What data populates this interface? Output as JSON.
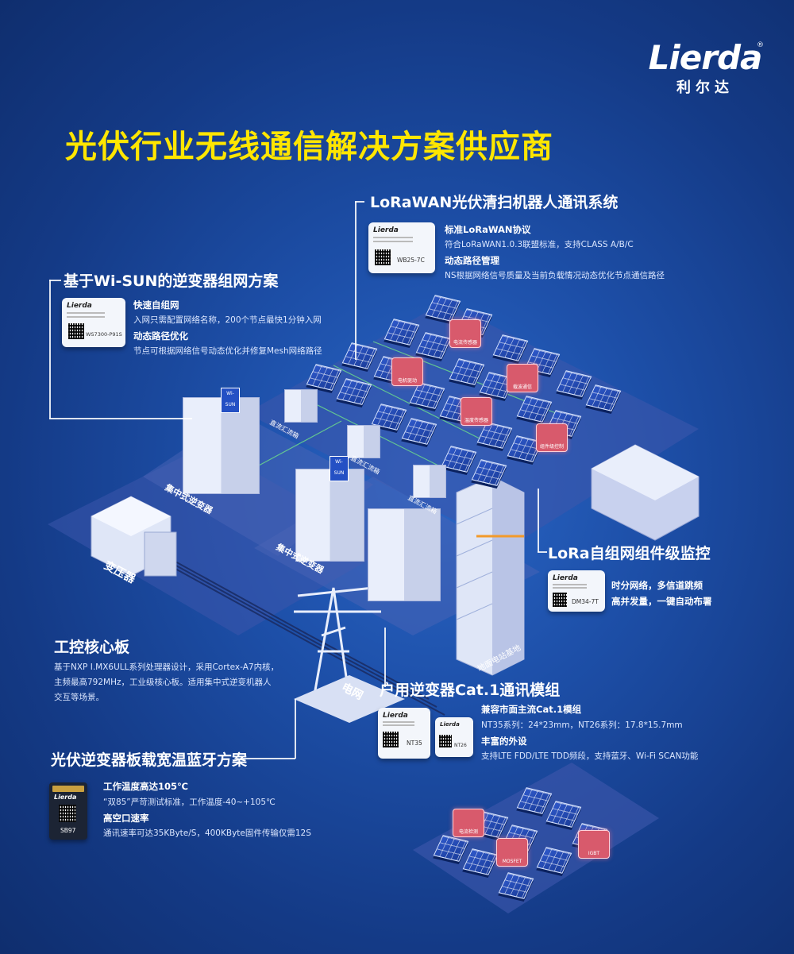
{
  "brand": {
    "logo_text": "Lierda",
    "logo_cn": "利尔达",
    "registered": "®"
  },
  "title": "光伏行业无线通信解决方案供应商",
  "sections": {
    "lorawan": {
      "title": "LoRaWAN光伏清扫机器人通讯系统",
      "module": "WB25-7C",
      "f1_h": "标准LoRaWAN协议",
      "f1_p": "符合LoRaWAN1.0.3联盟标准，支持CLASS A/B/C",
      "f2_h": "动态路径管理",
      "f2_p": "NS根据网络信号质量及当前负载情况动态优化节点通信路径"
    },
    "wisun": {
      "title": "基于Wi-SUN的逆变器组网方案",
      "module": "WS7300-P91S",
      "f1_h": "快速自组网",
      "f1_p": "入网只需配置网络名称，200个节点最快1分钟入网",
      "f2_h": "动态路径优化",
      "f2_p": "节点可根据网络信号动态优化并修复Mesh网络路径"
    },
    "lora": {
      "title": "LoRa自组网组件级监控",
      "module": "DM34-7T",
      "f1": "时分网络，多信道跳频",
      "f2": "高并发量，一键自动布署"
    },
    "core": {
      "title": "工控核心板",
      "p1": "基于NXP I.MX6ULL系列处理器设计，采用Cortex-A7内核，",
      "p2": "主频最高792MHz，工业级核心板。适用集中式逆变机器人",
      "p3": "交互等场景。"
    },
    "cat1": {
      "title": "户用逆变器Cat.1通讯模组",
      "module1": "NT35",
      "module2": "NT26",
      "f1_h": "兼容市面主流Cat.1模组",
      "f1_p": "NT35系列：24*23mm，NT26系列：17.8*15.7mm",
      "f2_h": "丰富的外设",
      "f2_p": "支持LTE FDD/LTE TDD频段，支持蓝牙、Wi-Fi SCAN功能"
    },
    "ble": {
      "title": "光伏逆变器板载宽温蓝牙方案",
      "module": "SB97",
      "f1_h": "工作温度高达105℃",
      "f1_p": "“双85”严苛测试标准，工作温度-40~+105℃",
      "f2_h": "高空口速率",
      "f2_p": "通讯速率可达35KByte/S，400KByte固件传输仅需12S"
    }
  },
  "scene_labels": {
    "inverter1": "集中式逆变器",
    "inverter2": "集中式逆变器",
    "transformer": "变压器",
    "grid": "电网",
    "combiner1": "直流汇流箱",
    "combiner2": "直流汇流箱",
    "combiner3": "直流汇流箱",
    "station": "地面电站基地",
    "wisun_sign": "Wi-SUN",
    "tag1": "电机驱动",
    "tag2": "电流传感器",
    "tag3": "载波通信",
    "tag4": "温度传感器",
    "tag5": "组件级控制",
    "tag6": "电流检测",
    "tag7": "MOSFET",
    "tag8": "IGBT"
  },
  "colors": {
    "title": "#ffe600",
    "bg_center": "#2a66c6",
    "tag": "#d85a6c"
  }
}
